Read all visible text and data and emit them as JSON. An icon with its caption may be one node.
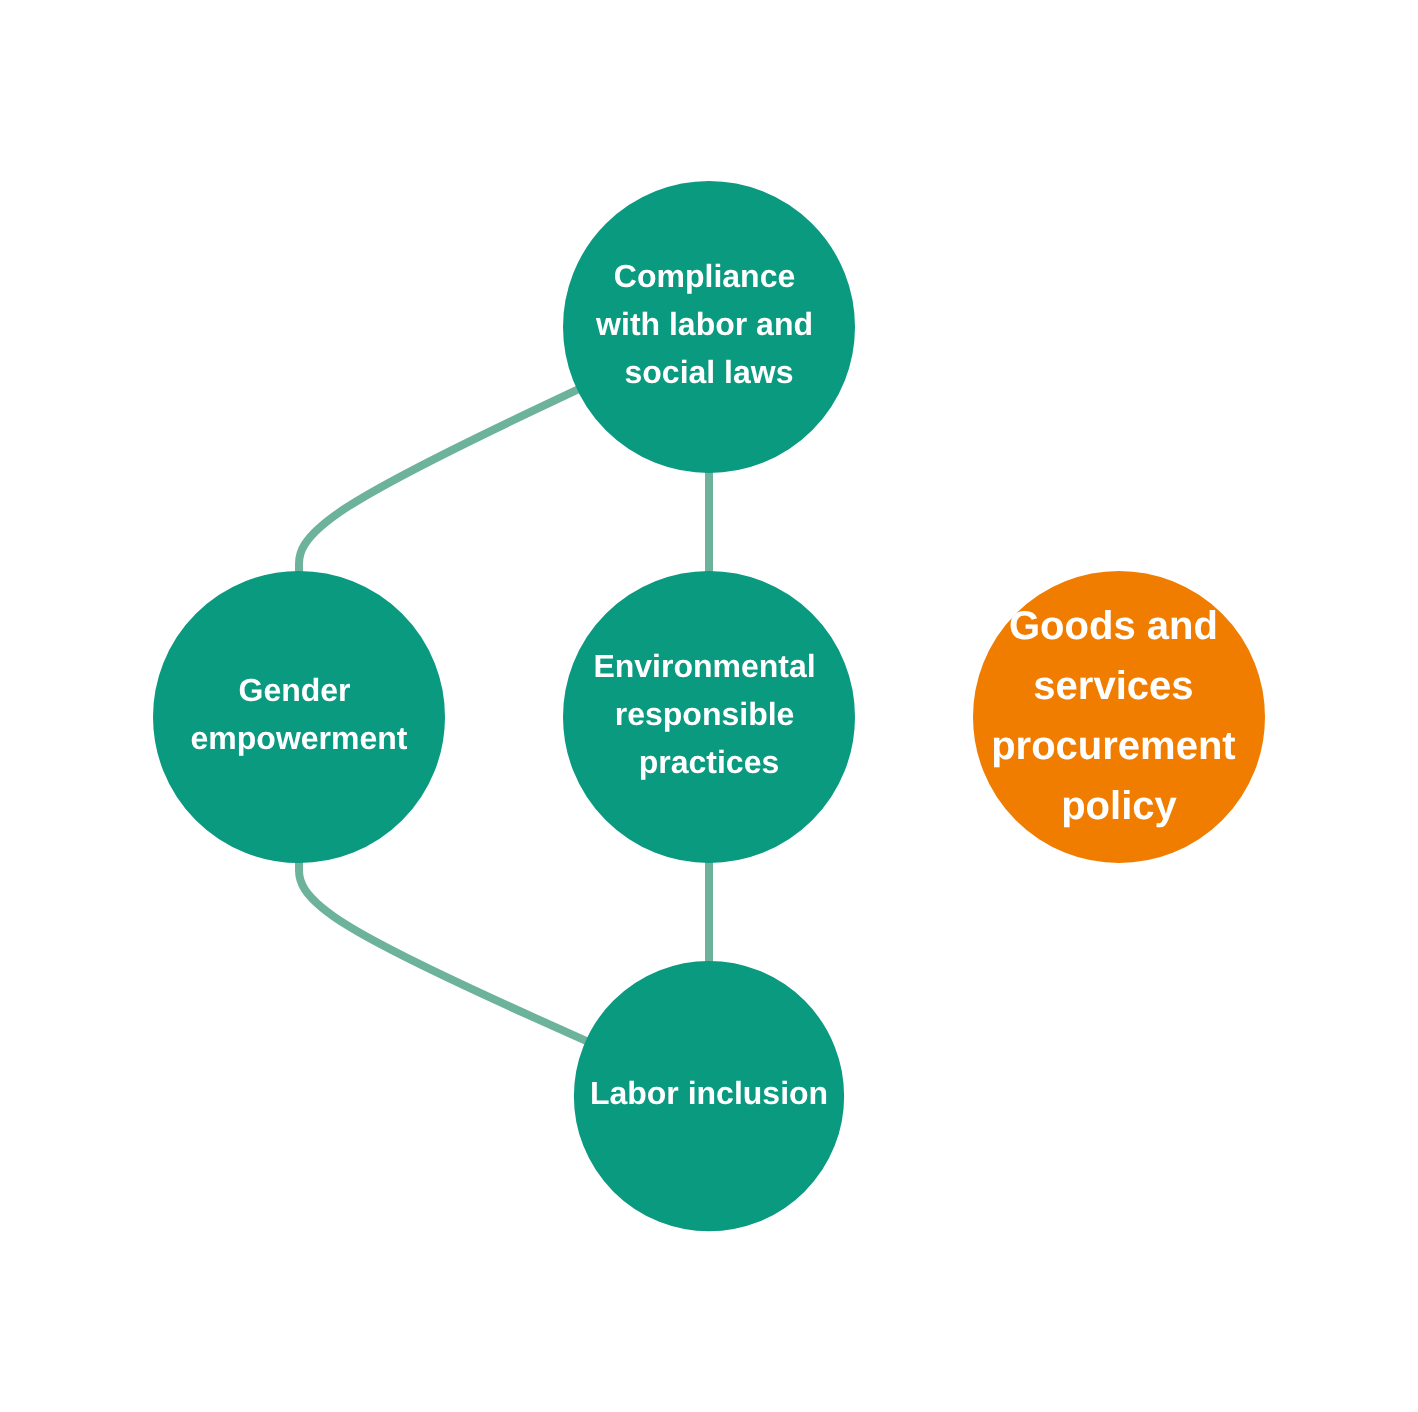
{
  "diagram": {
    "nodes": [
      {
        "text": [
          "Compliance with labor and social laws"
        ]
      },
      {
        "text": [
          "Environmental responsible practices"
        ]
      },
      {
        "text": [
          "Goods and services procurement policy"
        ]
      },
      {
        "text": [
          "Gender empowerment"
        ]
      },
      {
        "text": [
          "Labor inclusion"
        ]
      }
    ],
    "edges": [
      {
        "from": 0,
        "to": 3,
        "arrow": "none"
      },
      {
        "from": 3,
        "to": 4,
        "arrow": "none"
      },
      {
        "from": 1,
        "to": 4,
        "arrow": "none"
      },
      {
        "from": 0,
        "to": 1,
        "arrow": "none"
      }
    ]
  }
}
